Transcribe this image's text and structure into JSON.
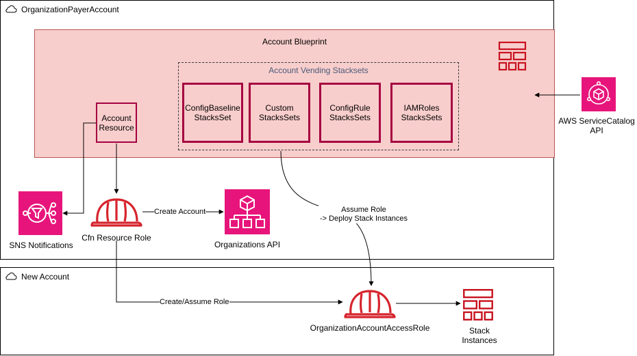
{
  "groups": {
    "payer_account": "OrganizationPayerAccount",
    "new_account": "New Account"
  },
  "blueprint": {
    "title": "Account Blueprint",
    "vending_title": "Account Vending Stacksets",
    "stacksets": [
      "ConfigBaseline\nStacksSet",
      "Custom\nStacksSets",
      "ConfigRule\nStacksSets",
      "IAMRoles\nStacksSets"
    ],
    "account_resource": "Account\nResource"
  },
  "nodes": {
    "sns": "SNS Notifications",
    "cfn_role": "Cfn Resource Role",
    "organizations_api": "Organizations API",
    "service_catalog": "AWS ServiceCatalog\nAPI",
    "access_role": "OrganizationAccountAccessRole",
    "stack_instances": "Stack\nInstances"
  },
  "edges": {
    "create_account": "Create Account",
    "assume_role": "Assume Role\n-> Deploy Stack Instances",
    "create_assume_role": "Create/Assume Role"
  },
  "colors": {
    "pink_icon": "#e7157b",
    "role_red": "#d6242d",
    "stack_pink": "#c7131f",
    "blueprint_fill": "#f8cecc",
    "blueprint_border": "#b85450",
    "stackset_border": "#a50040"
  },
  "icons": {
    "cloud": "cloud-icon",
    "sns": "sns-icon",
    "helmet": "iam-role-helmet-icon",
    "organizations": "organizations-icon",
    "service_catalog": "service-catalog-icon",
    "stack": "cloudformation-stack-icon"
  }
}
